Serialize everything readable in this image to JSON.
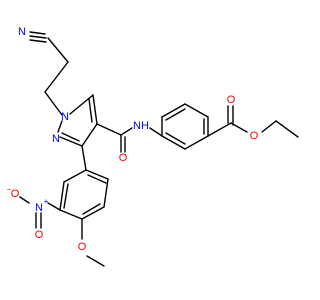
{
  "colors": {
    "carbon": "#000000",
    "nitrogen": "#0000ff",
    "oxygen": "#ff0000",
    "background": "#ffffff"
  },
  "labels": {
    "nitrile_n": "N",
    "pyrazole_n1": "N",
    "pyrazole_n2": "N",
    "amide_nh": "NH",
    "amide_o": "O",
    "nitro_n": "N",
    "nitro_plus": "+",
    "nitro_o_minus": "O",
    "nitro_minus": "−",
    "nitro_o": "O",
    "methoxy_o": "O",
    "ester_o_carbonyl": "O",
    "ester_o_link": "O"
  }
}
